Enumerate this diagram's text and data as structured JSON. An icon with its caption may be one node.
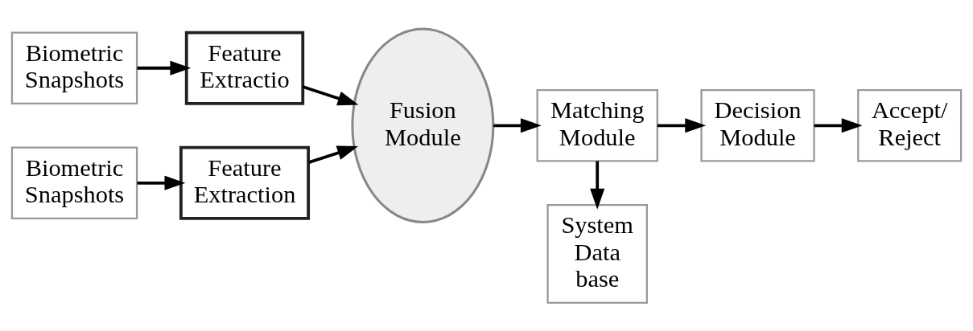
{
  "diagram": {
    "nodes": [
      {
        "text": [
          "Biometric Snapshots"
        ]
      },
      {
        "text": [
          "Feature Extractio"
        ]
      },
      {
        "text": [
          "Biometric Snapshots"
        ]
      },
      {
        "text": [
          "Feature Extraction"
        ]
      },
      {
        "text": [
          "Fusion Module"
        ]
      },
      {
        "text": [
          "Matching Module"
        ]
      },
      {
        "text": [
          "Decision Module"
        ]
      },
      {
        "text": [
          "Accept/ Reject"
        ]
      },
      {
        "text": [
          "System Data base"
        ]
      }
    ],
    "edges": [
      {
        "from": 0,
        "to": 1,
        "arrow": "to"
      },
      {
        "from": 2,
        "to": 3,
        "arrow": "to"
      },
      {
        "from": 1,
        "to": 4,
        "arrow": "to"
      },
      {
        "from": 3,
        "to": 4,
        "arrow": "to"
      },
      {
        "from": 4,
        "to": 5,
        "arrow": "to"
      },
      {
        "from": 5,
        "to": 6,
        "arrow": "to"
      },
      {
        "from": 6,
        "to": 7,
        "arrow": "to"
      },
      {
        "from": 5,
        "to": 8,
        "arrow": "to"
      }
    ]
  }
}
